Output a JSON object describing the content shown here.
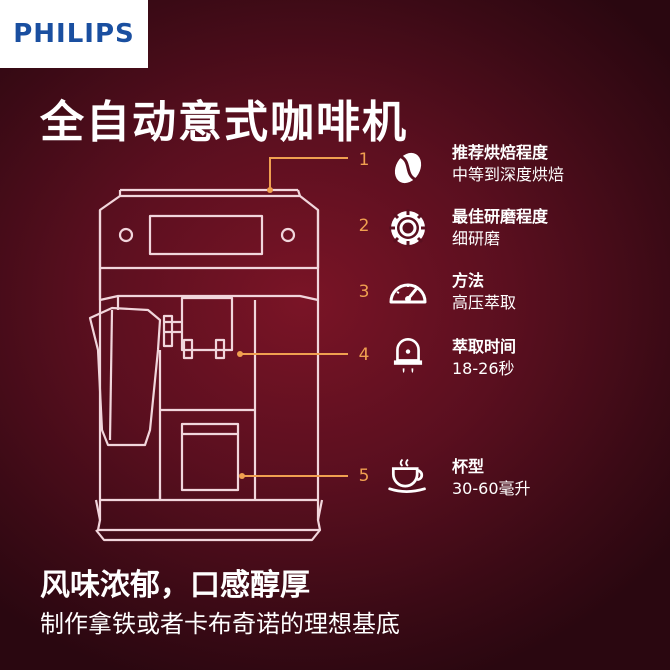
{
  "brand": {
    "logo_text": "PHILIPS"
  },
  "title": "全自动意式咖啡机",
  "features": [
    {
      "num": "1",
      "icon": "coffee-bean-icon",
      "title": "推荐烘焙程度",
      "desc": "中等到深度烘焙"
    },
    {
      "num": "2",
      "icon": "grinder-icon",
      "title": "最佳研磨程度",
      "desc": "细研磨"
    },
    {
      "num": "3",
      "icon": "pressure-gauge-icon",
      "title": "方法",
      "desc": "高压萃取"
    },
    {
      "num": "4",
      "icon": "brew-drip-icon",
      "title": "萃取时间",
      "desc": "18-26秒"
    },
    {
      "num": "5",
      "icon": "coffee-cup-icon",
      "title": "杯型",
      "desc": "30-60毫升"
    }
  ],
  "bottom": {
    "headline": "风味浓郁，口感醇厚",
    "subline": "制作拿铁或者卡布奇诺的理想基底"
  },
  "colors": {
    "accent": "#f0a050",
    "logo_blue": "#1a4fa0",
    "background": "#5a0f1f"
  }
}
